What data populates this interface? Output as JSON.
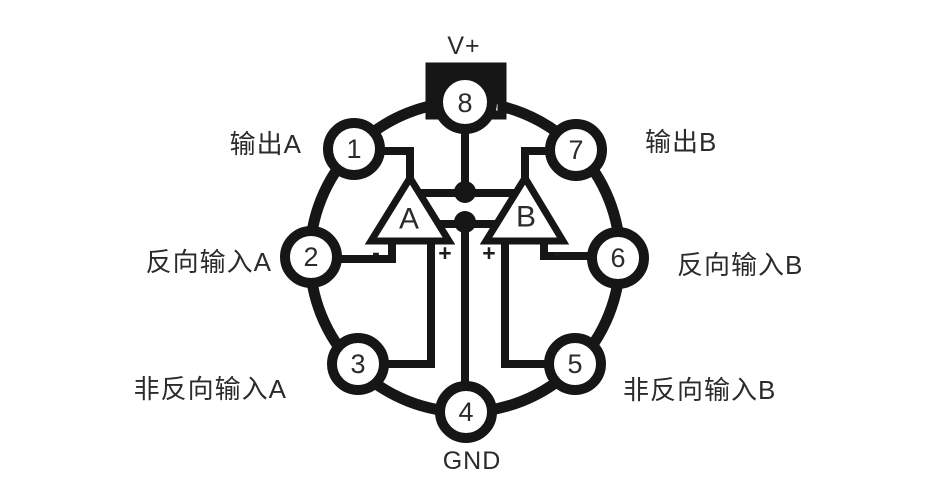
{
  "diagram": {
    "type": "dual-opamp-metal-can-pinout",
    "colors": {
      "background": "#ffffff",
      "line": "#161616",
      "text": "#2b2b2b"
    },
    "pins": [
      {
        "number": "1",
        "label": "输出A"
      },
      {
        "number": "2",
        "label": "反向输入A"
      },
      {
        "number": "3",
        "label": "非反向输入A"
      },
      {
        "number": "4",
        "label": "GND"
      },
      {
        "number": "5",
        "label": "非反向输入B"
      },
      {
        "number": "6",
        "label": "反向输入B"
      },
      {
        "number": "7",
        "label": "输出B"
      },
      {
        "number": "8",
        "label": "V+"
      }
    ],
    "opamps": [
      {
        "name": "A",
        "minus": "-",
        "plus": "+"
      },
      {
        "name": "B",
        "minus": "-",
        "plus": "+"
      }
    ]
  }
}
